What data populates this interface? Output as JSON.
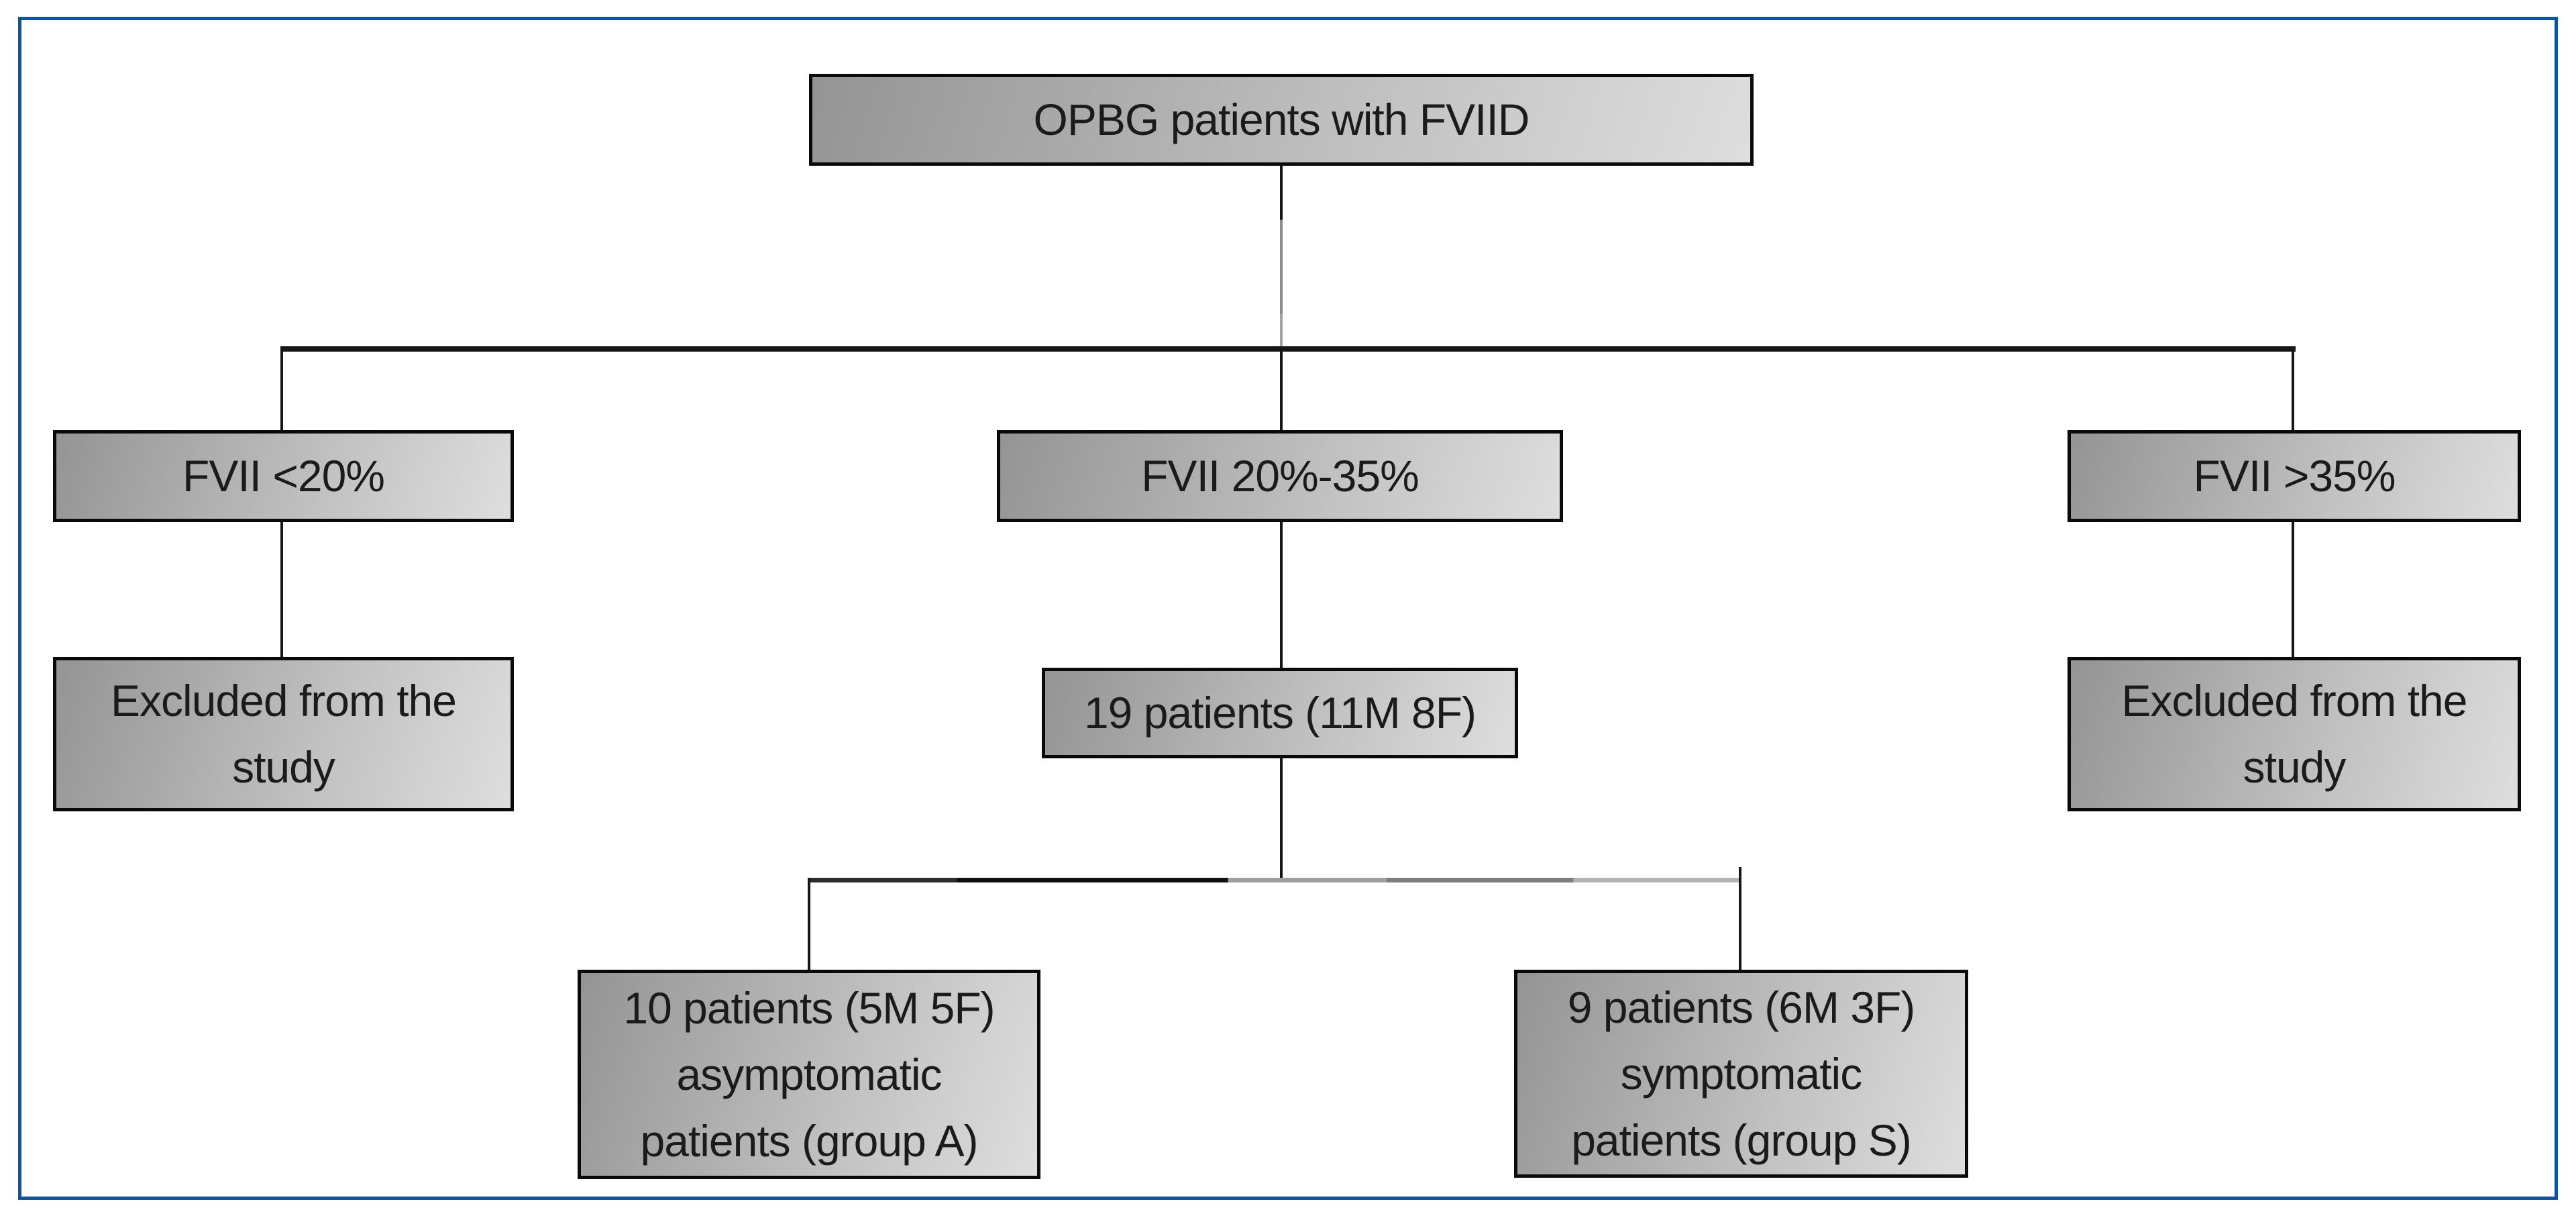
{
  "colors": {
    "frame_border_color": "#0F5499",
    "box_border_color": "#0a0a0a",
    "box_fill_start": "#949494",
    "box_fill_end": "#dedede",
    "text_color": "#1b1b1b",
    "connector_color": "#161616"
  },
  "nodes": {
    "root": {
      "lines": [
        "OPBG patients with FVIID"
      ]
    },
    "branch_lt20": {
      "lines": [
        "FVII <20%"
      ]
    },
    "branch_20_35": {
      "lines": [
        "FVII 20%-35%"
      ]
    },
    "branch_gt35": {
      "lines": [
        "FVII >35%"
      ]
    },
    "excluded_left": {
      "lines": [
        "Excluded from the",
        "study"
      ]
    },
    "cohort_19": {
      "lines": [
        "19 patients (11M 8F)"
      ]
    },
    "excluded_right": {
      "lines": [
        "Excluded from the",
        "study"
      ]
    },
    "group_a": {
      "lines": [
        "10 patients (5M 5F)",
        "asymptomatic",
        "patients (group A)"
      ]
    },
    "group_s": {
      "lines": [
        "9 patients (6M 3F)",
        "symptomatic",
        "patients (group S)"
      ]
    }
  }
}
